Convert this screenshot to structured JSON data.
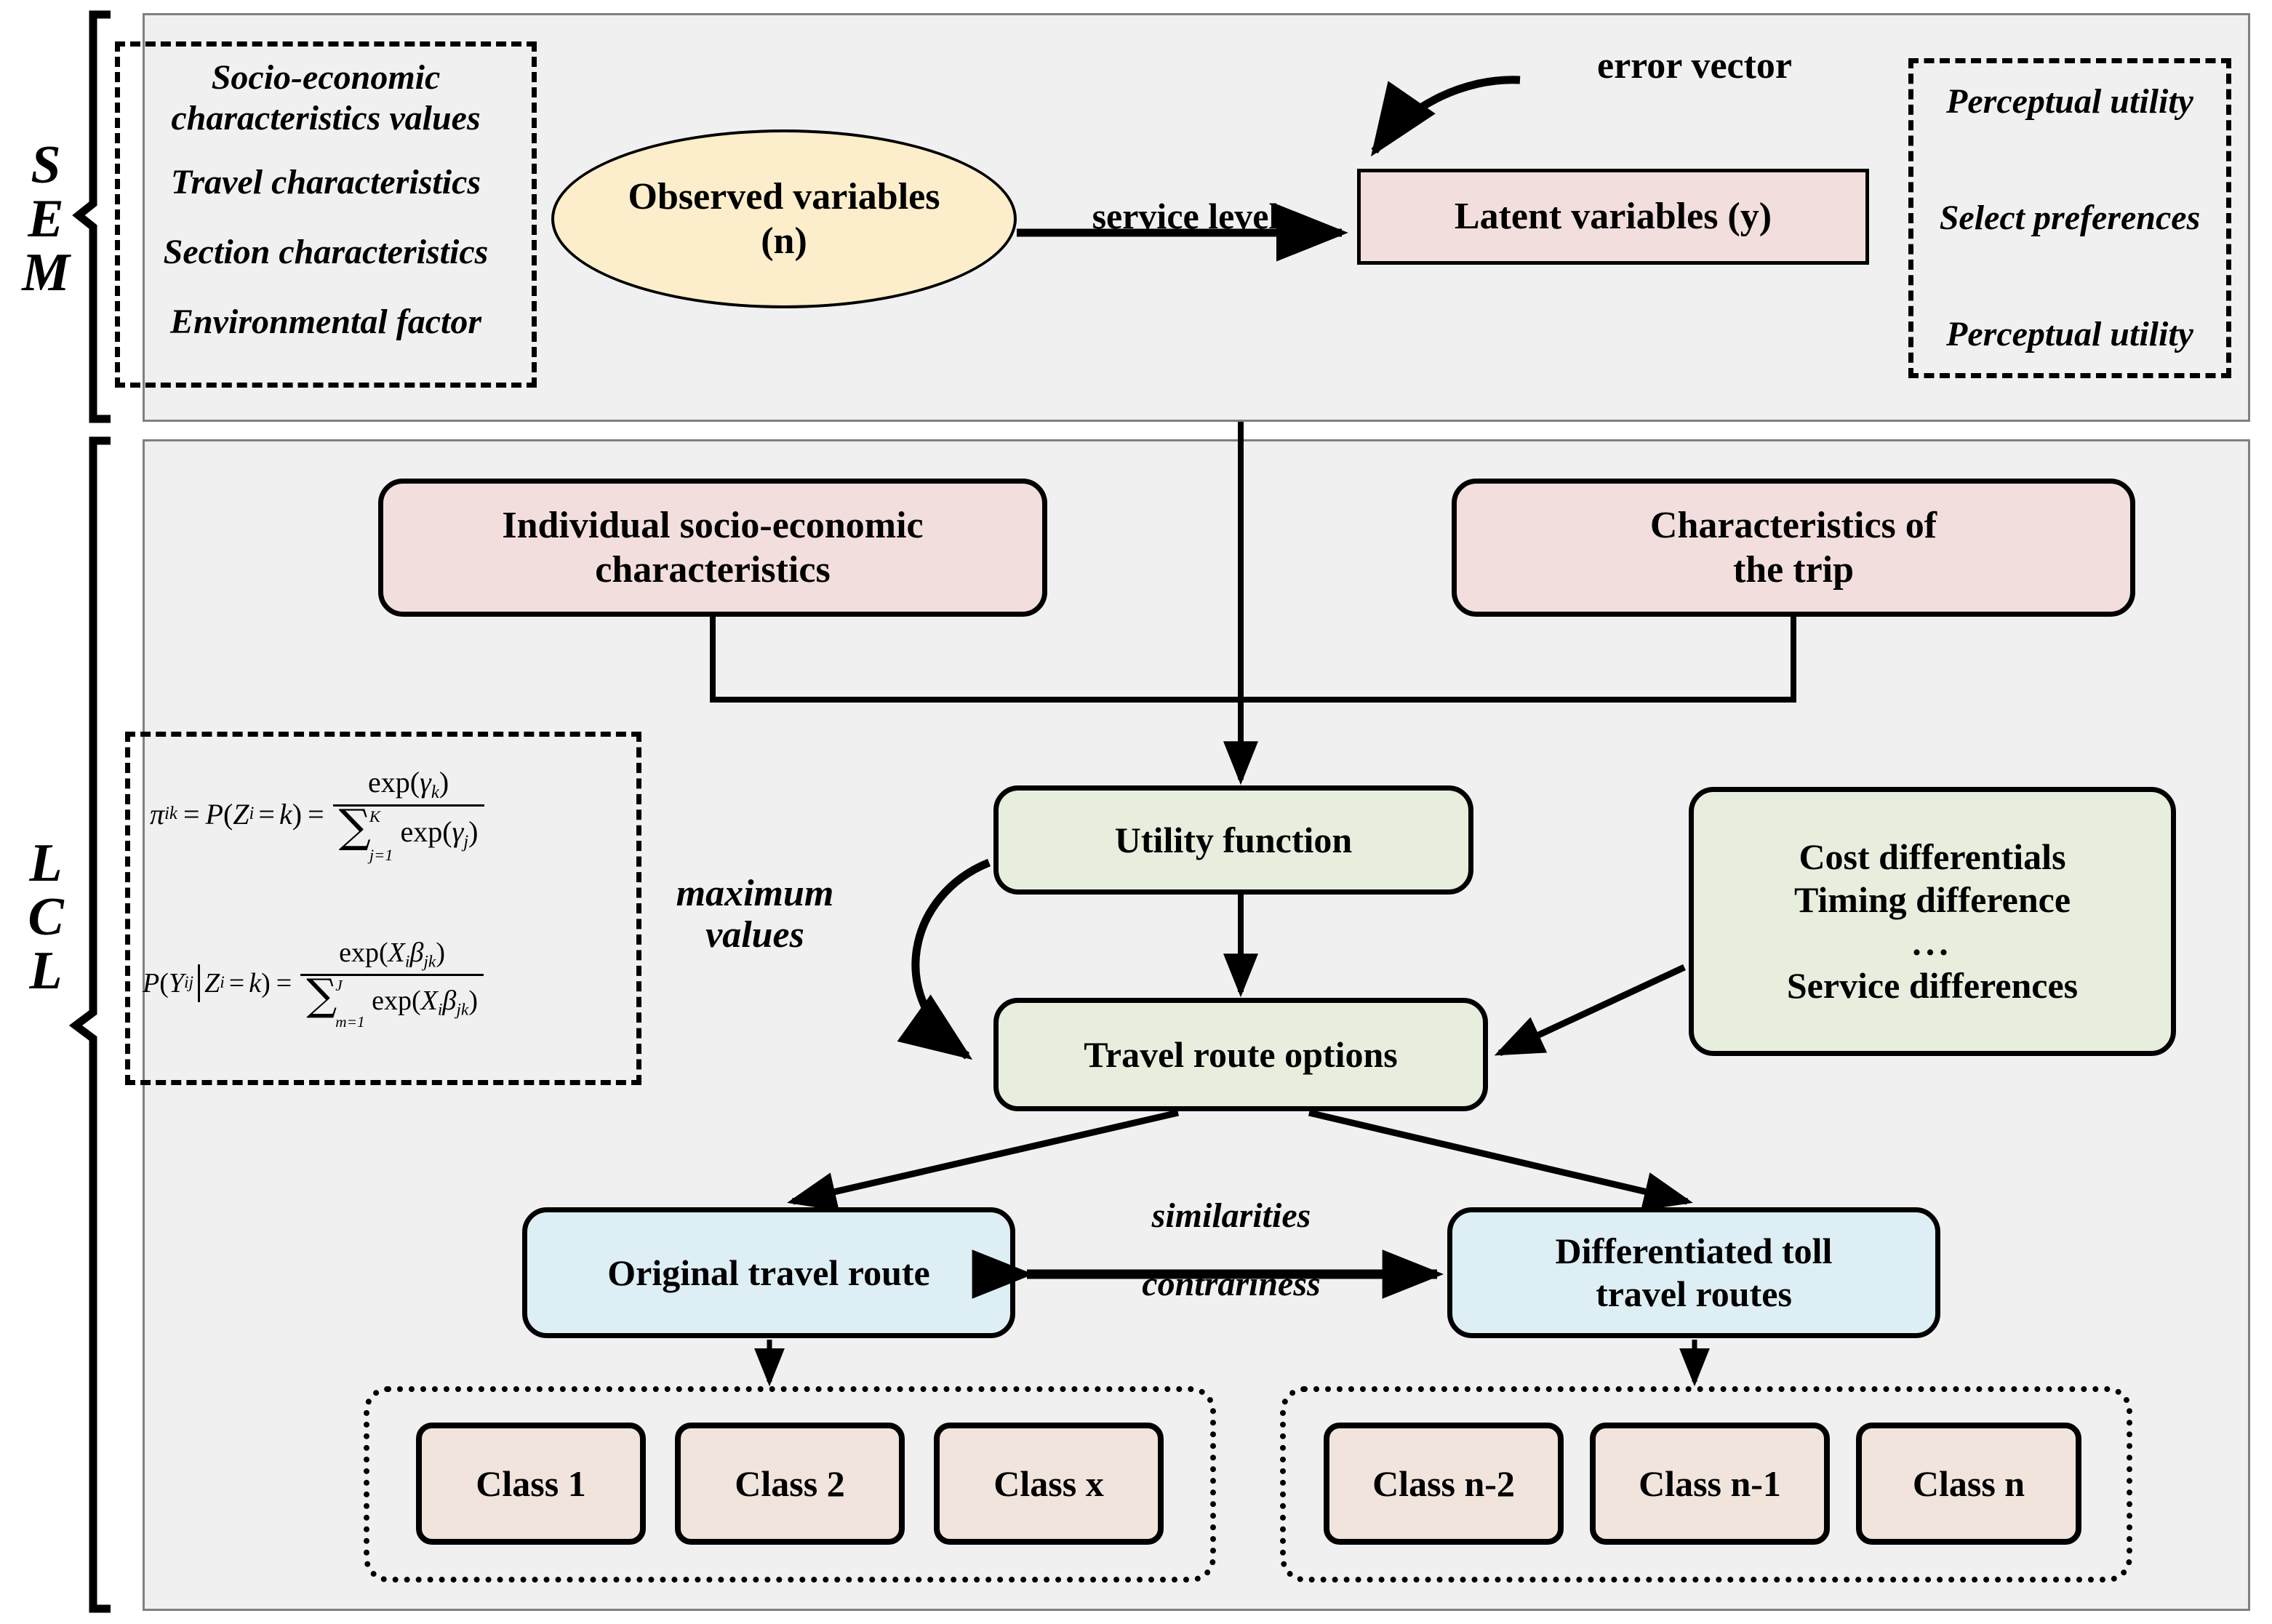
{
  "sem": {
    "brace_label": "S\nE\nM",
    "left_panel_items": [
      "Socio-economic",
      "characteristics values",
      "Travel characteristics",
      "Section characteristics",
      "Environmental factor"
    ],
    "observed_variables": "Observed variables\n(n)",
    "service_level_label": "service level",
    "latent_variables": "Latent variables (y)",
    "error_vector_label": "error vector",
    "right_panel_items": [
      "Perceptual utility",
      "Select preferences",
      "Perceptual utility"
    ]
  },
  "lcl": {
    "brace_label": "L\nC\nL",
    "individual_socio": "Individual socio-economic\ncharacteristics",
    "characteristics_trip": "Characteristics of\nthe trip",
    "utility_function": "Utility function",
    "travel_route_options": "Travel route options",
    "maximum_values_label": "maximum\nvalues",
    "differences_box": [
      "Cost differentials",
      "Timing difference",
      "...",
      "Service differences"
    ],
    "original_travel_route": "Original travel route",
    "differentiated_toll_routes": "Differentiated toll\ntravel routes",
    "similarities_label": "similarities",
    "contrariness_label": "contrariness",
    "classes_left": [
      "Class 1",
      "Class 2",
      "Class x"
    ],
    "classes_right": [
      "Class n-2",
      "Class n-1",
      "Class n"
    ],
    "formulas": {
      "formula_1_text": "πik = P(Zi = k) = exp(γk) / Σ(j=1..K) exp(γj)",
      "formula_2_text": "P(Yij | Zi = k) = exp(Xiβjk) / Σ(m=1..J) exp(Xiβjk)",
      "f1": {
        "lhs_pi": "π",
        "lhs_pi_sub": "ik",
        "eq1": "=",
        "P": "P",
        "open": "(",
        "Z": "Z",
        "Z_sub": "i",
        "eqk": "= k",
        "close": ")",
        "eq2": "=",
        "num_exp": "exp",
        "num_open": "(",
        "num_gamma": "γ",
        "num_gamma_sub": "k",
        "num_close": ")",
        "sum_top": "K",
        "sum_bot": "j=1",
        "den_exp": "exp",
        "den_open": "(",
        "den_gamma": "γ",
        "den_gamma_sub": "j",
        "den_close": ")"
      },
      "f2": {
        "P": "P",
        "open": "(",
        "Y": "Y",
        "Y_sub": "ij",
        "Z": "Z",
        "Z_sub": "i",
        "eqk": "= k",
        "close": ")",
        "eq": "=",
        "num_exp": "exp",
        "num_open": "(",
        "num_X": "X",
        "num_X_sub": "i",
        "num_beta": "β",
        "num_beta_sub": "jk",
        "num_close": ")",
        "sum_top": "J",
        "sum_bot": "m=1",
        "den_exp": "exp",
        "den_open": "(",
        "den_X": "X",
        "den_X_sub": "i",
        "den_beta": "β",
        "den_beta_sub": "jk",
        "den_close": ")"
      }
    }
  },
  "colors": {
    "panel_bg": "#f0f0f0",
    "panel_border": "#808080",
    "pink": "#f2dedc",
    "green": "#e8eedd",
    "blue": "#ddeef4",
    "beige": "#f0e4dc",
    "yellow": "#fcedcb",
    "stroke": "#000000"
  }
}
